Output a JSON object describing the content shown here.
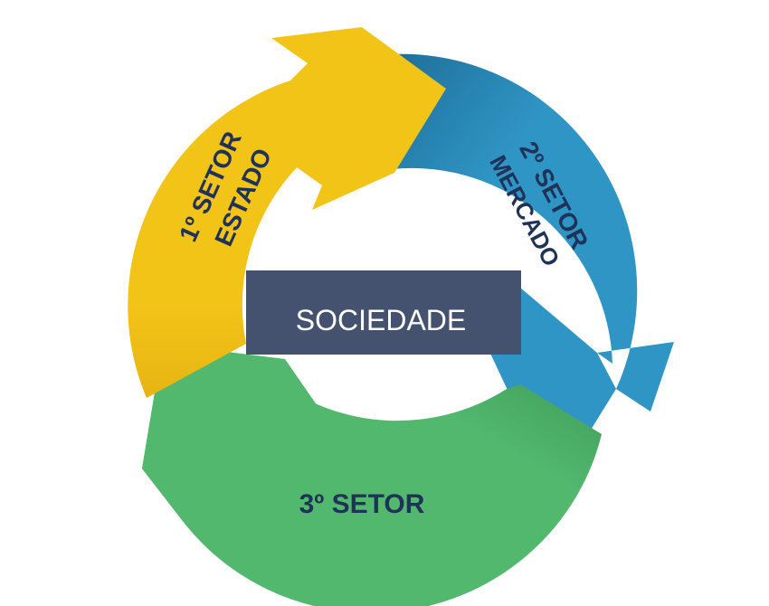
{
  "center": {
    "label": "SOCIEDADE",
    "color": "#44526f"
  },
  "sectors": [
    {
      "key": "setor1",
      "line1": "1º SETOR",
      "line2": "ESTADO",
      "color": "#f3c418",
      "shade": "#d9a80c"
    },
    {
      "key": "setor2",
      "line1": "2º SETOR",
      "line2": "MERCADO",
      "color": "#2f95c5",
      "shade": "#1f6f99"
    },
    {
      "key": "setor3",
      "line1": "3º SETOR",
      "line2": "",
      "color": "#52b86e",
      "shade": "#3a9454"
    }
  ],
  "label_color": "#1f3258"
}
